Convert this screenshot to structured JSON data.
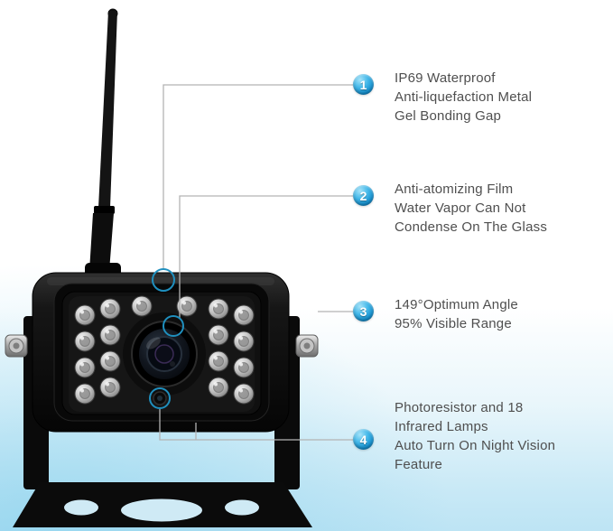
{
  "colors": {
    "badge_blue": "#1d9ad6",
    "highlight_ring": "#1f8fbe",
    "callout_line": "#b3b3b3",
    "text_gray": "#4f4f4f",
    "background_tint": "#c6e8f5"
  },
  "callouts": [
    {
      "number": "1",
      "lines": [
        "IP69 Waterproof",
        "Anti-liquefaction Metal",
        "Gel Bonding Gap"
      ]
    },
    {
      "number": "2",
      "lines": [
        "Anti-atomizing Film",
        "Water Vapor Can Not",
        "Condense On The Glass"
      ]
    },
    {
      "number": "3",
      "lines": [
        "149°Optimum Angle",
        "95% Visible Range"
      ]
    },
    {
      "number": "4",
      "lines": [
        "Photoresistor and 18",
        "Infrared Lamps",
        "Auto Turn On Night Vision",
        "Feature"
      ]
    }
  ],
  "illustration": {
    "icon_names": [
      "antenna-icon",
      "camera-body-icon",
      "ir-led-icon",
      "camera-lens-icon",
      "photoresistor-icon",
      "mounting-bracket-icon",
      "pivot-screw-icon"
    ]
  }
}
